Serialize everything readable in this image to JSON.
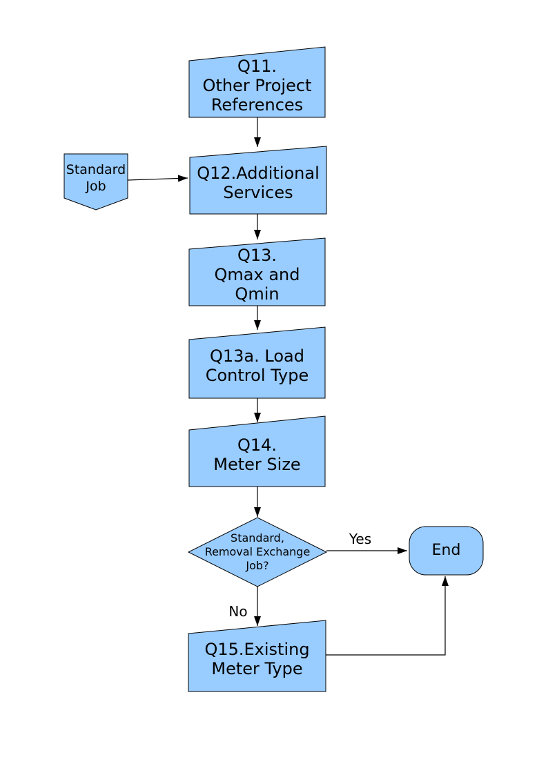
{
  "diagram": {
    "type": "flowchart",
    "colors": {
      "node_fill": "#99CCFF",
      "node_border": "#000000",
      "connector": "#000000",
      "text": "#000000",
      "background": "#FFFFFF"
    },
    "nodes": {
      "q11": {
        "label": "Q11.\nOther Project\nReferences",
        "shape": "slant-top-rectangle"
      },
      "standard_job": {
        "label": "Standard\nJob",
        "shape": "off-page-pentagon"
      },
      "q12": {
        "label": "Q12.Additional\nServices",
        "shape": "slant-top-rectangle"
      },
      "q13": {
        "label": "Q13.\nQmax and\nQmin",
        "shape": "slant-top-rectangle"
      },
      "q13a": {
        "label": "Q13a. Load\nControl Type",
        "shape": "slant-top-rectangle"
      },
      "q14": {
        "label": "Q14.\nMeter Size",
        "shape": "slant-top-rectangle"
      },
      "decision": {
        "label": "Standard,\nRemoval Exchange\nJob?",
        "shape": "decision-diamond"
      },
      "end": {
        "label": "End",
        "shape": "terminator"
      },
      "q15": {
        "label": "Q15.Existing\nMeter Type",
        "shape": "slant-top-rectangle"
      }
    },
    "edges": [
      {
        "from": "q11",
        "to": "q12",
        "label": ""
      },
      {
        "from": "standard_job",
        "to": "q12",
        "label": ""
      },
      {
        "from": "q12",
        "to": "q13",
        "label": ""
      },
      {
        "from": "q13",
        "to": "q13a",
        "label": ""
      },
      {
        "from": "q13a",
        "to": "q14",
        "label": ""
      },
      {
        "from": "q14",
        "to": "decision",
        "label": ""
      },
      {
        "from": "decision",
        "to": "end",
        "label": "Yes"
      },
      {
        "from": "decision",
        "to": "q15",
        "label": "No"
      },
      {
        "from": "q15",
        "to": "end",
        "label": ""
      }
    ]
  }
}
